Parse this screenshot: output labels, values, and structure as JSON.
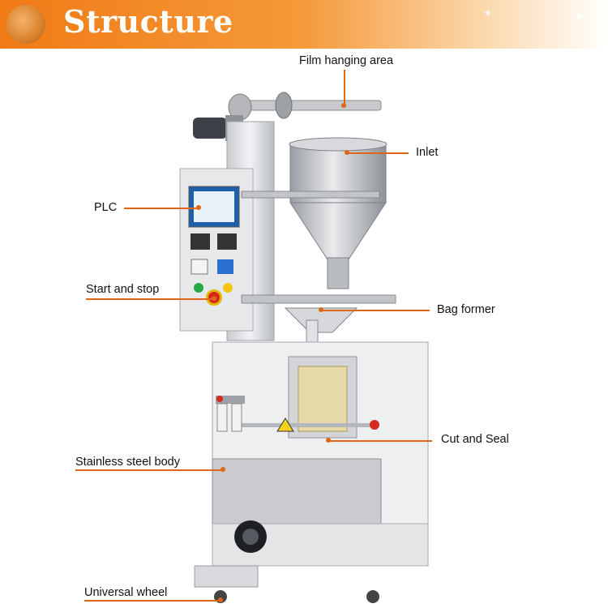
{
  "header": {
    "title": "Structure",
    "logo_icon": "medallion-logo-icon",
    "accent_color": "#f07a16"
  },
  "labels": {
    "film_hanging_area": "Film hanging area",
    "inlet": "Inlet",
    "plc": "PLC",
    "start_and_stop": "Start and stop",
    "bag_former": "Bag former",
    "cut_and_seal": "Cut and Seal",
    "stainless_steel_body": "Stainless steel body",
    "universal_wheel": "Universal wheel"
  },
  "callout_color": "#e0661a"
}
